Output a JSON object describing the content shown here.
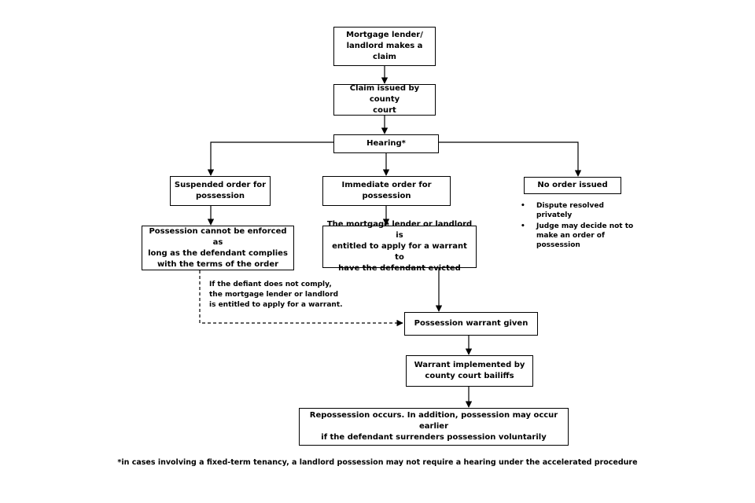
{
  "nodes": {
    "claim": "Mortgage lender/\nlandlord makes a\nclaim",
    "issued": "Claim issued by county\ncourt",
    "hearing": "Hearing*",
    "suspended": "Suspended order for\npossession",
    "immediate": "Immediate order for\npossession",
    "no_order": "No order issued",
    "cannot_enforce": "Possession cannot be enforced as\nlong as the defendant complies\nwith the terms of the order",
    "entitled": "The mortgage lender or landlord is\nentitled to apply for a warrant to\nhave the defendant evicted",
    "warrant_given": "Possession warrant given",
    "warrant_implemented": "Warrant implemented by\ncounty court bailiffs",
    "repossession": "Repossession occurs. In addition, possession may occur earlier\nif the defendant surrenders possession voluntarily"
  },
  "no_order_reasons": [
    "Dispute resolved\nprivately",
    "Judge may decide not to\nmake an order of\npossession"
  ],
  "bullet_glyph": "•",
  "dashed_note": "If the defiant does not comply,\nthe mortgage lender or landlord\nis entitled to apply for a warrant.",
  "footnote": "*in cases involving a fixed-term tenancy, a landlord possession may not require a hearing under the accelerated procedure"
}
